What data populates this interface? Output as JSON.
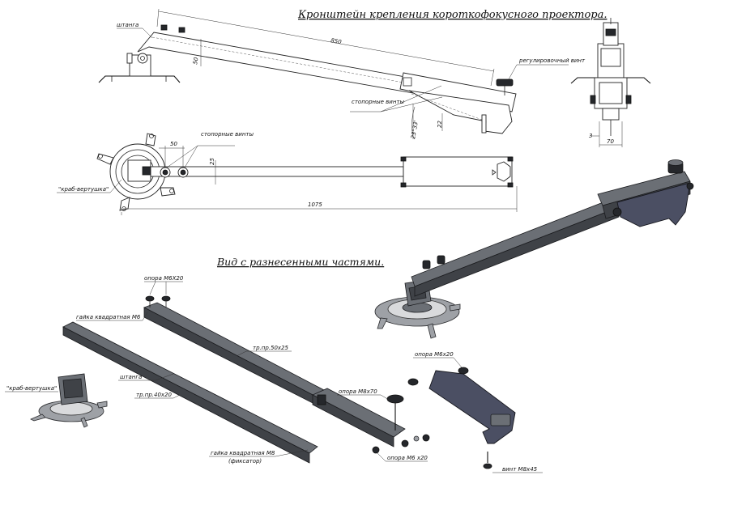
{
  "title": "Кронштейн крепления короткофокусного проектора.",
  "exploded_title": "Вид с разнесенными частями.",
  "side_view": {
    "label_rod": "штанга",
    "dim_length": "850",
    "dim_height": "50",
    "label_adjust_screw": "регулировочный винт",
    "label_lock_screws": "стопорные винты",
    "dim_angle": "23°33'",
    "dim_offset": "22"
  },
  "end_view": {
    "dim_small": "3",
    "dim_width": "70"
  },
  "top_view": {
    "dim_spacing": "50",
    "label_lock_screws": "стопорные винты",
    "dim_width": "25",
    "label_crab": "\"краб-вертушка\"",
    "dim_total": "1075"
  },
  "exploded": {
    "label_support_m6x20": "опора M6X20",
    "label_square_nut_m6": "гайка квадратная M6",
    "label_tube_50x25": "тр.пр.50х25",
    "label_rod": "штанга",
    "label_tube_40x20": "тр.пр.40х20",
    "label_crab": "\"краб-вертушка\"",
    "label_support_m8x70": "опора M8x70",
    "label_support_m6x20_b": "опора M6х20",
    "label_support_m6x20_c": "опора M6 х20",
    "label_square_nut_m8": "гайка квадратная M8",
    "label_fixator": "(фиксатор)",
    "label_screw_m8x45": "винт M8х45"
  }
}
